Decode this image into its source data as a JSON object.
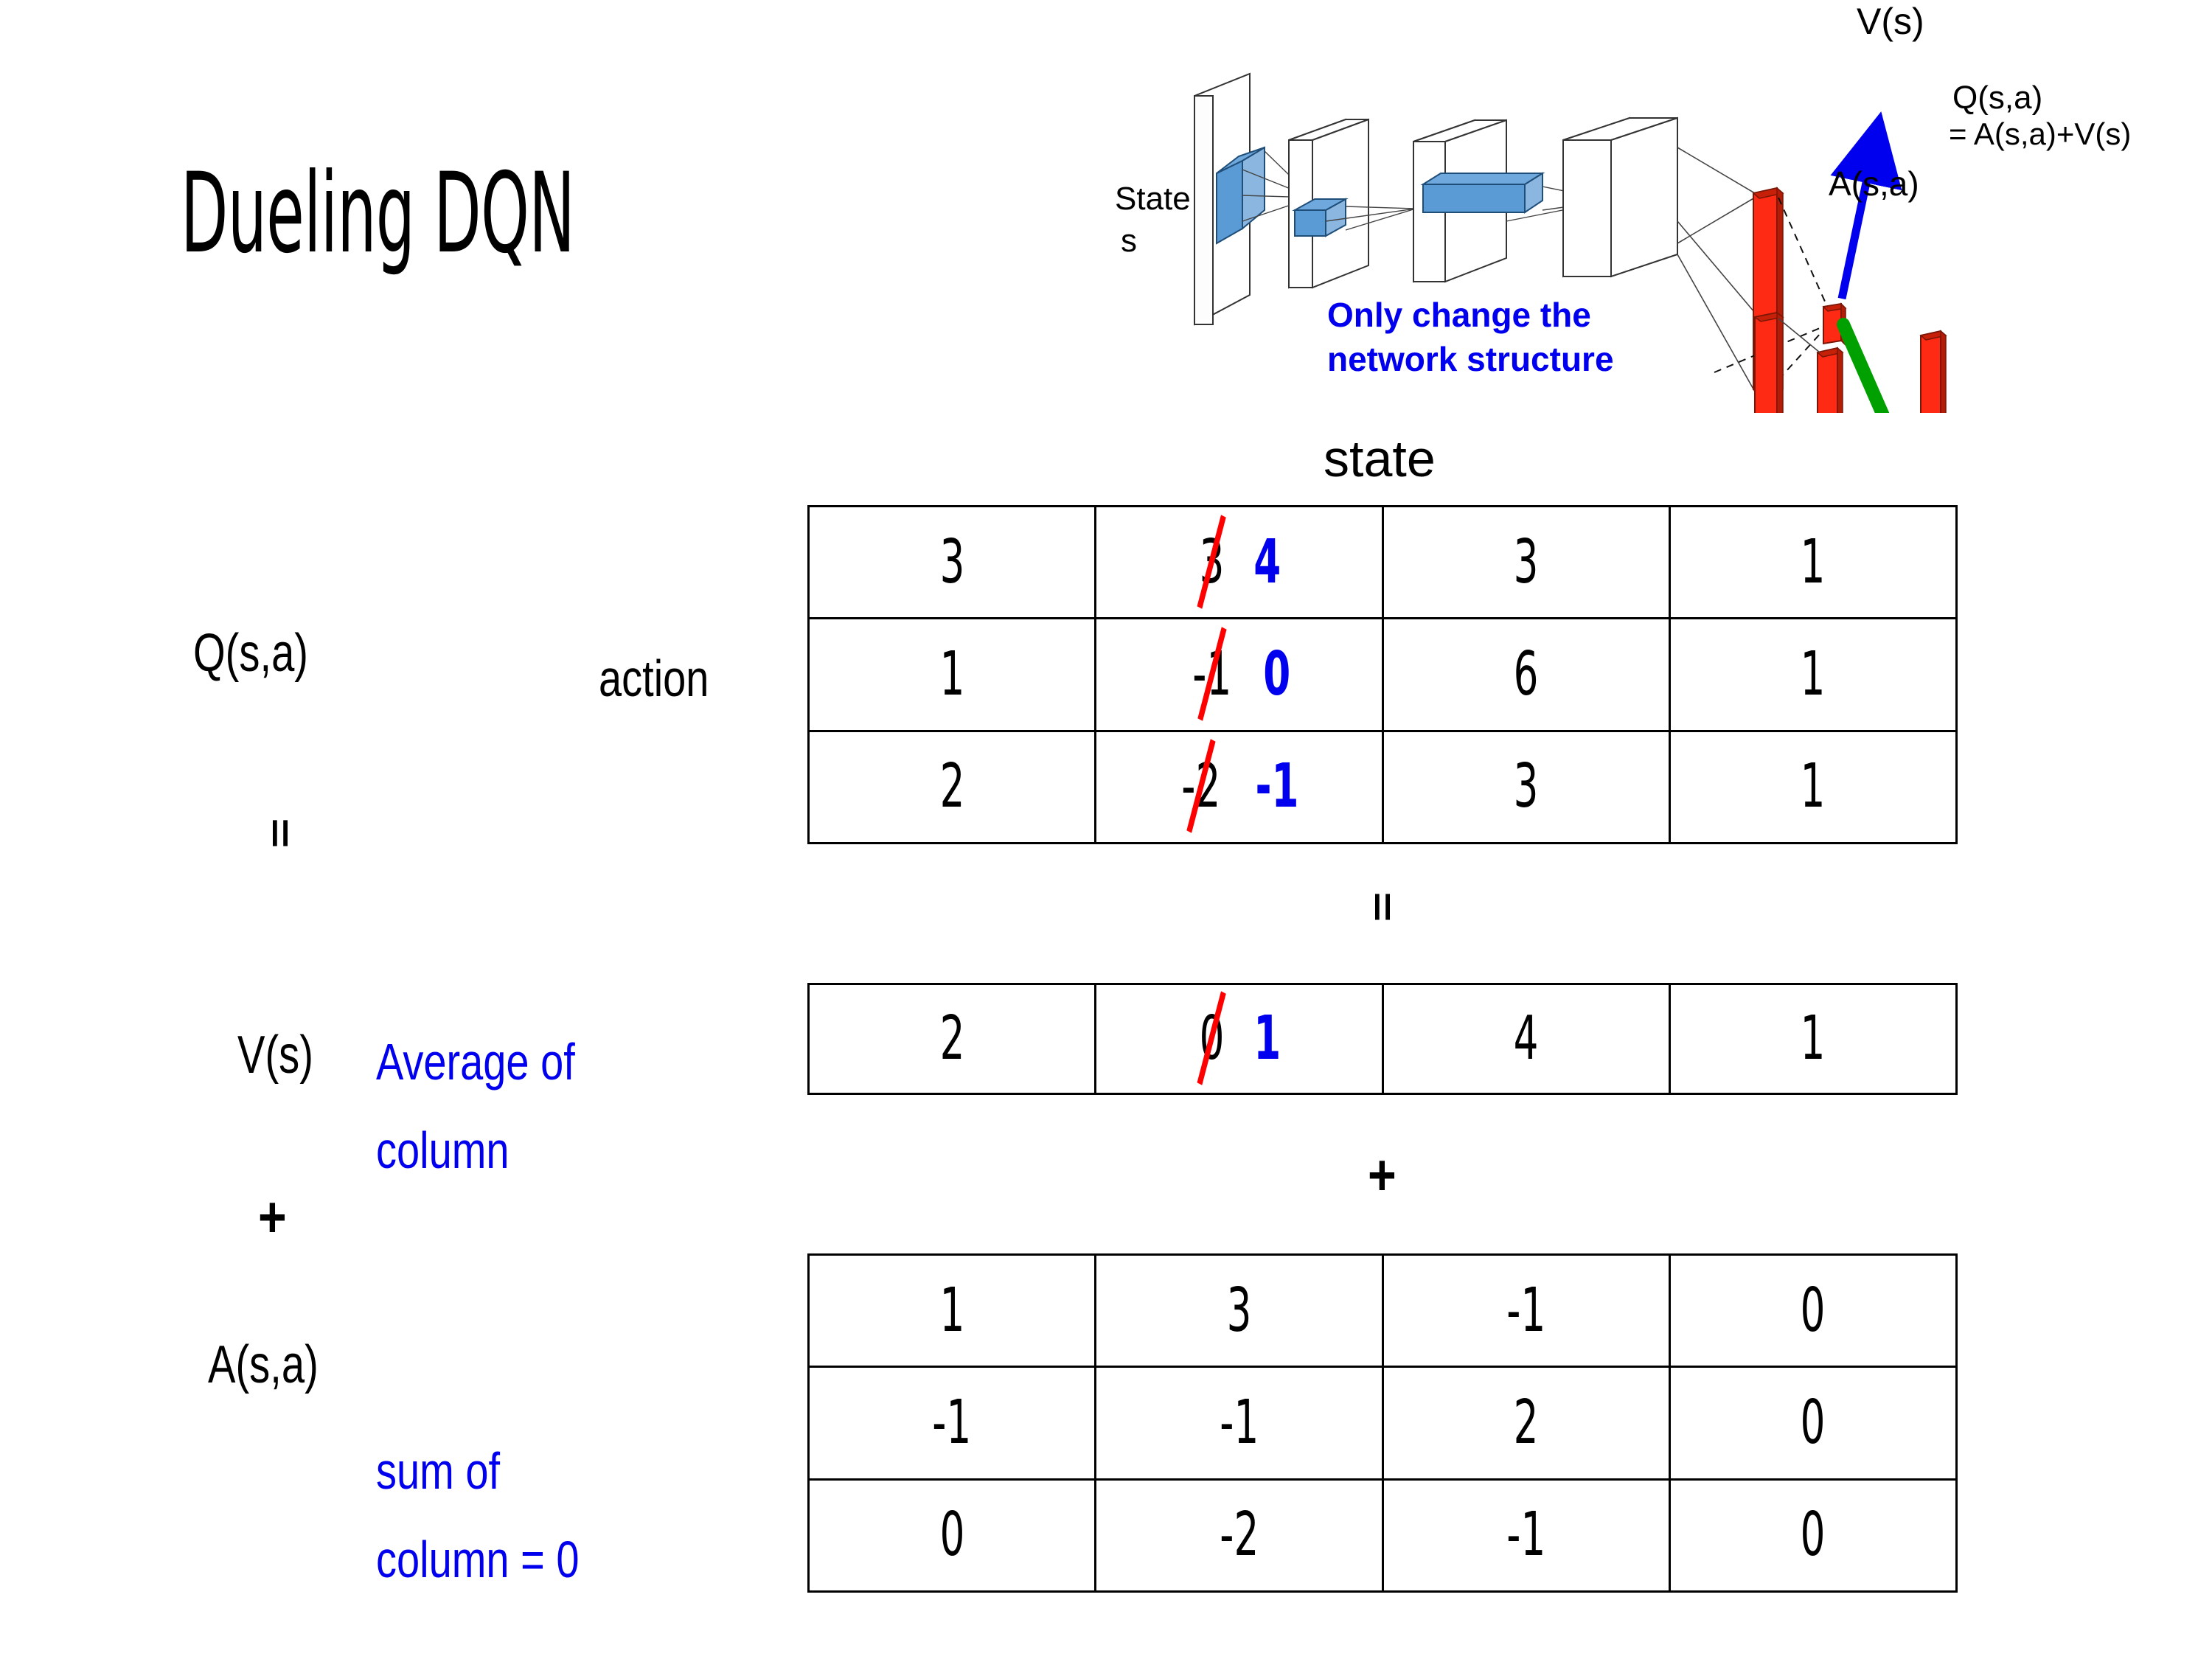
{
  "slide": {
    "title": "Dueling DQN"
  },
  "diagram": {
    "input_label_line1": "State",
    "input_label_line2": "s",
    "note_line1": "Only change the",
    "note_line2": "network structure",
    "value_label": "V(s)",
    "advantage_label": "A(s,a)",
    "q_label_line1": "Q(s,a)",
    "q_label_line2": "= A(s,a)+V(s)",
    "colors": {
      "note": "#0000EE",
      "value_arrow": "#0000EE",
      "combine": "#00A000",
      "bars": "#FF2A13",
      "blocks": "#4A90D9"
    }
  },
  "axes": {
    "state_label": "state",
    "action_label": "action"
  },
  "labels": {
    "q": "Q(s,a)",
    "v": "V(s)",
    "a": "A(s,a)",
    "equals_left": "=",
    "plus_left": "+",
    "equals_mid": "=",
    "plus_mid": "+",
    "note_v_line1": "Average of",
    "note_v_line2": "column",
    "note_a_line1": "sum of",
    "note_a_line2": "column = 0",
    "note_color": "#0000EE",
    "edit_color": "#0000EE",
    "strike_color": "#FF0000"
  },
  "chart_data": {
    "type": "table",
    "title": "Dueling DQN  Q(s,a) = V(s) + A(s,a)",
    "xlabel": "state",
    "ylabel": "action",
    "tables": [
      {
        "name": "Q(s,a)",
        "rows": 3,
        "cols": 4,
        "values": [
          [
            "3",
            "3",
            "3",
            "1"
          ],
          [
            "1",
            "-1",
            "6",
            "1"
          ],
          [
            "2",
            "-2",
            "3",
            "1"
          ]
        ],
        "edits": [
          {
            "row": 0,
            "col": 1,
            "old": "3",
            "new": "4",
            "struck": true
          },
          {
            "row": 1,
            "col": 1,
            "old": "-1",
            "new": "0",
            "struck": true
          },
          {
            "row": 2,
            "col": 1,
            "old": "-2",
            "new": "-1",
            "struck": true
          }
        ]
      },
      {
        "name": "V(s)",
        "rows": 1,
        "cols": 4,
        "values": [
          [
            "2",
            "0",
            "4",
            "1"
          ]
        ],
        "edits": [
          {
            "row": 0,
            "col": 1,
            "old": "0",
            "new": "1",
            "struck": true
          }
        ]
      },
      {
        "name": "A(s,a)",
        "rows": 3,
        "cols": 4,
        "values": [
          [
            "1",
            "3",
            "-1",
            "0"
          ],
          [
            "-1",
            "-1",
            "2",
            "0"
          ],
          [
            "0",
            "-2",
            "-1",
            "0"
          ]
        ],
        "edits": []
      }
    ]
  }
}
